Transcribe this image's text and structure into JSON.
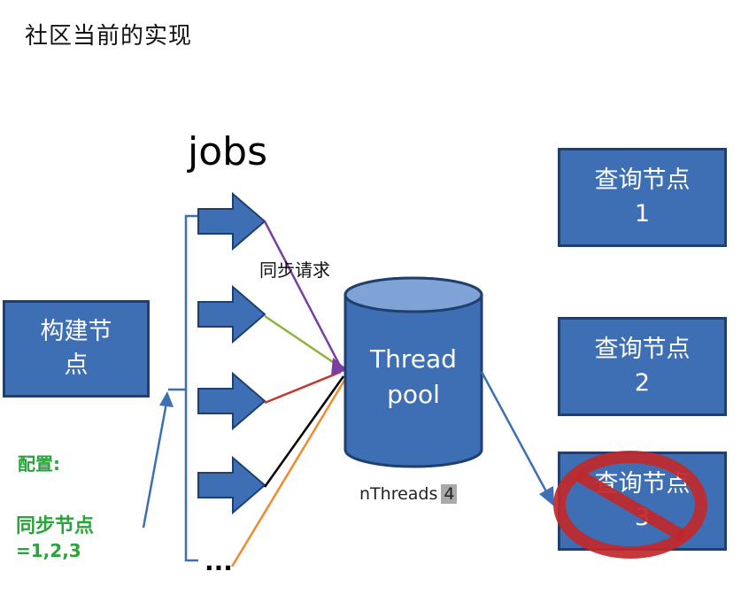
{
  "title": "社区当前的实现",
  "jobs_label": "jobs",
  "build_node": {
    "line1": "构建节",
    "line2": "点"
  },
  "sync_request_label": "同步请求",
  "thread_pool": {
    "line1": "Thread",
    "line2": "pool"
  },
  "nthreads": {
    "label": "nThreads",
    "value": "4"
  },
  "config": {
    "label": "配置:",
    "sync_nodes_label": "同步节点",
    "sync_nodes_value": "=1,2,3"
  },
  "query_nodes": [
    {
      "label": "查询节点",
      "number": "1"
    },
    {
      "label": "查询节点",
      "number": "2"
    },
    {
      "label": "查询节点",
      "number": "3"
    }
  ],
  "more_jobs": "...",
  "colors": {
    "box_fill": "#3e6fb5",
    "box_border": "#1f3f6e",
    "config_text": "#2aa33b",
    "prohibit_red": "#c0282b",
    "line_purple": "#7a3fa1",
    "line_green": "#8fb33a",
    "line_red": "#c0392b",
    "line_black": "#000000",
    "line_orange": "#f08a2c"
  },
  "icons": [
    "right-arrow-icon",
    "prohibited-icon",
    "up-arrow-icon"
  ]
}
